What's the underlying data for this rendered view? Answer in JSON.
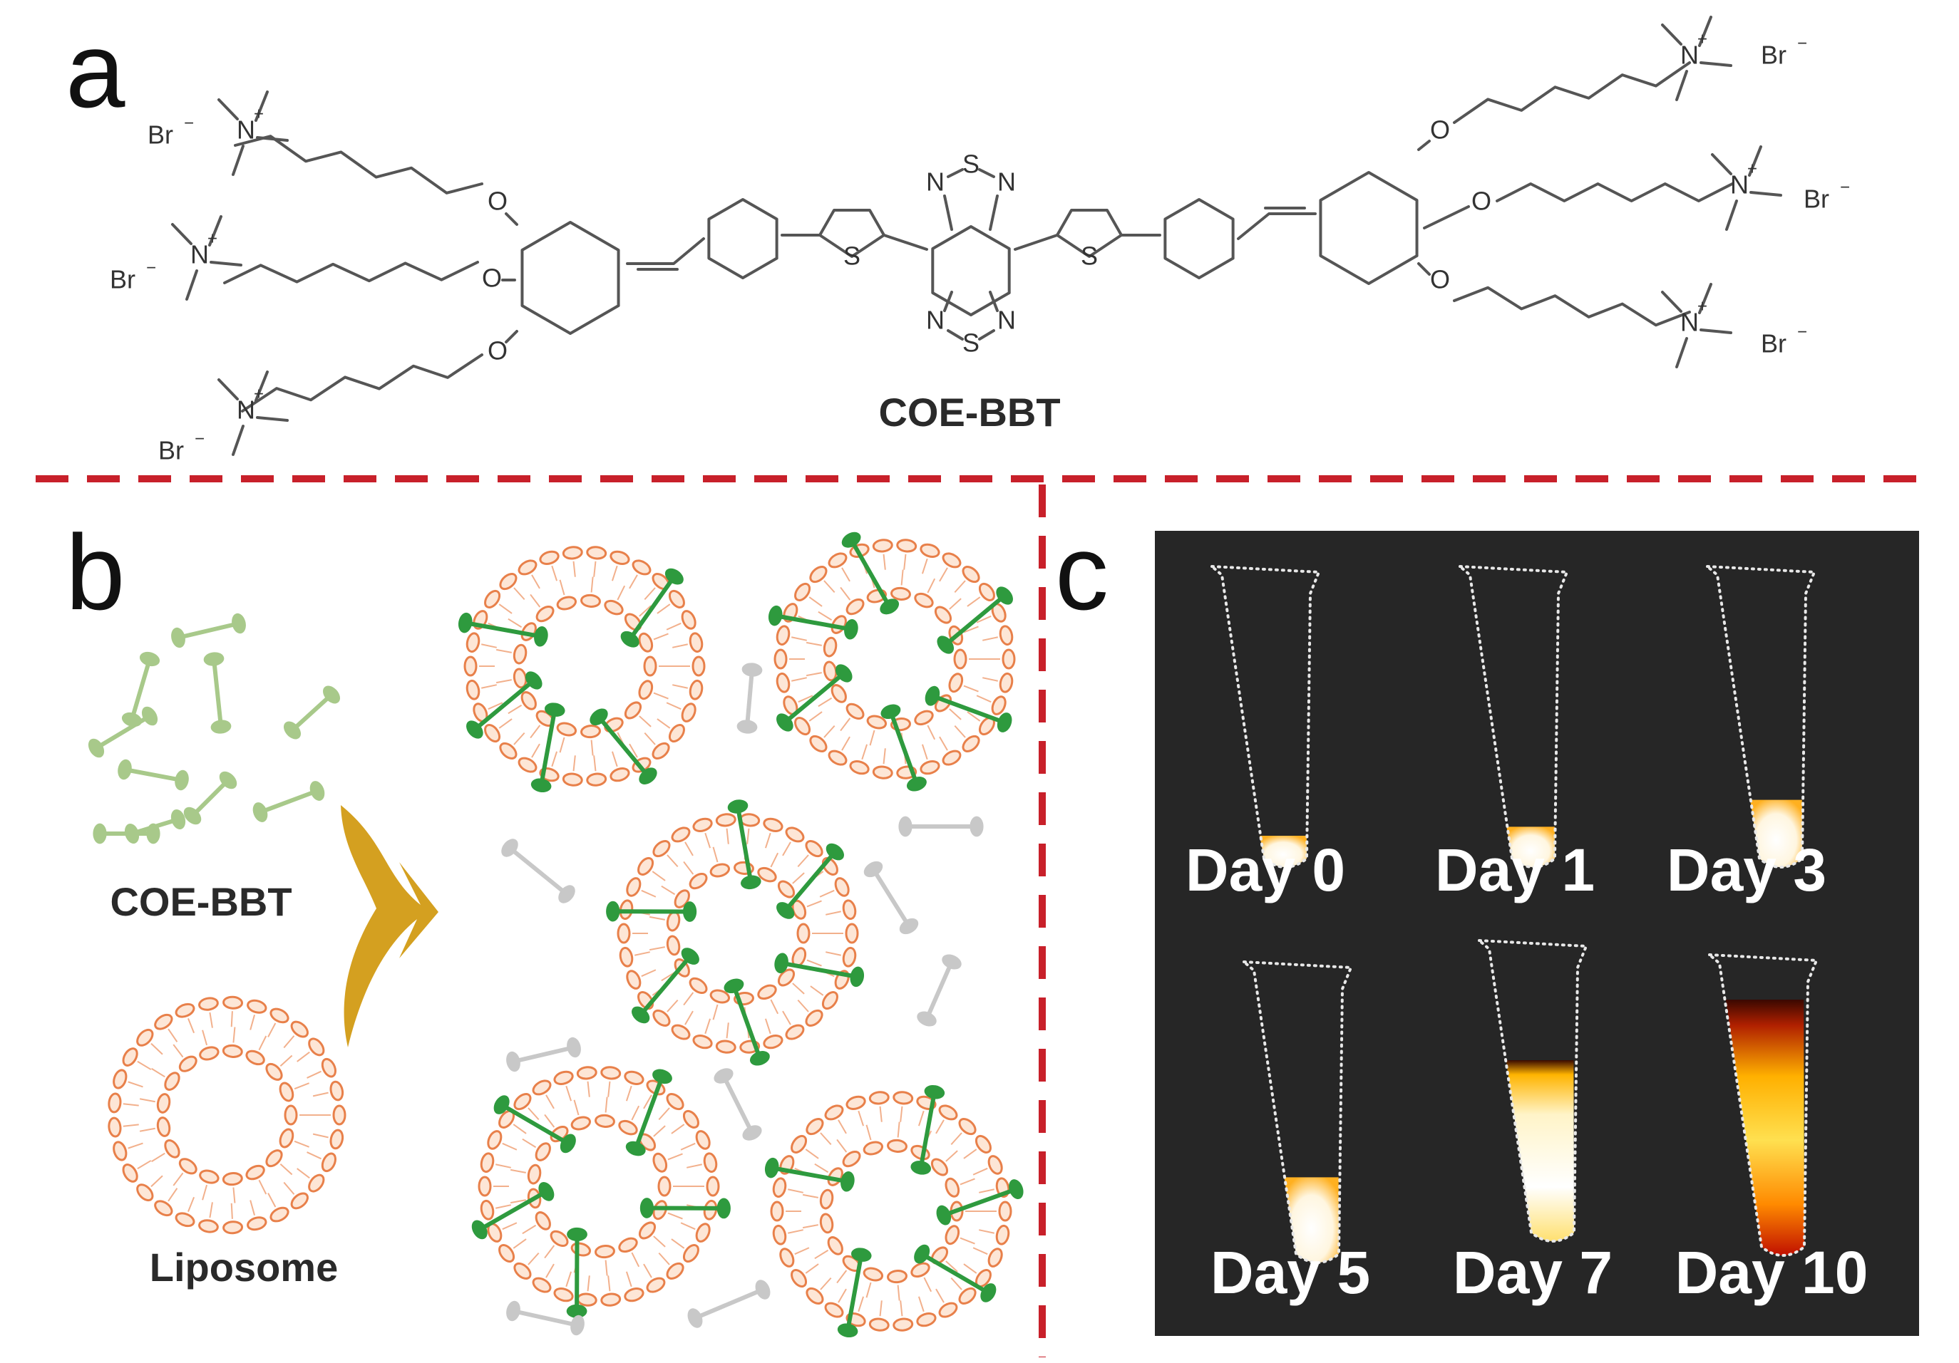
{
  "panels": {
    "a": {
      "letter": "a",
      "compound": "COE-BBT"
    },
    "b": {
      "letter": "b",
      "polymer_label": "COE-BBT",
      "vesicle_label": "Liposome"
    },
    "c": {
      "letter": "c",
      "tubes": [
        "Day 0",
        "Day 1",
        "Day 3",
        "Day 5",
        "Day 7",
        "Day 10"
      ]
    }
  },
  "chem_labels": {
    "br": "Br",
    "minus": "−",
    "plus": "+",
    "n": "N",
    "o": "O",
    "s": "S"
  },
  "colors": {
    "divider": "#c8202a",
    "polymer_free": "#a8c98a",
    "polymer_inserted": "#2e9a3e",
    "lipid": "#e8804a",
    "arrow": "#d4a020",
    "background_c": "#262626",
    "waste": "#c8c8c8"
  }
}
